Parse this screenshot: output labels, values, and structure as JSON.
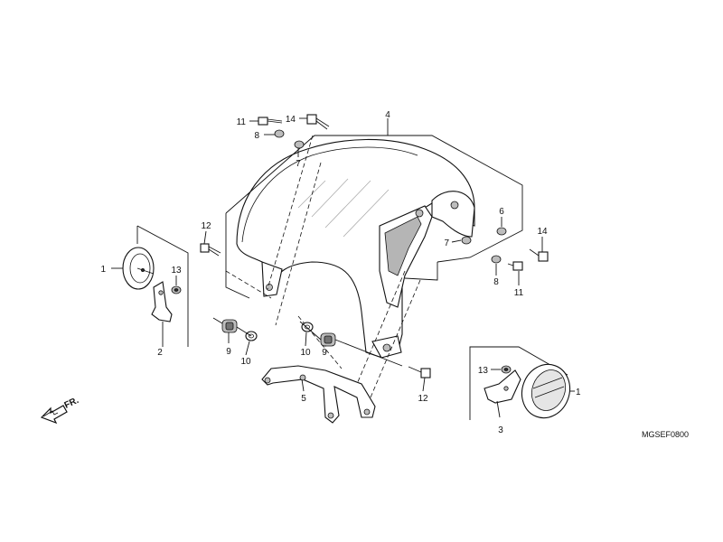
{
  "diagram": {
    "code": "MGSEF0800",
    "direction": {
      "label": "FR."
    },
    "callouts": {
      "c1_left": "1",
      "c1_right": "1",
      "c2": "2",
      "c3": "3",
      "c4": "4",
      "c5": "5",
      "c6": "6",
      "c7_top": "7",
      "c7_right": "7",
      "c8_top": "8",
      "c8_right": "8",
      "c9_left": "9",
      "c9_right": "9",
      "c10_left": "10",
      "c10_right": "10",
      "c11_top": "11",
      "c11_right": "11",
      "c12_top": "12",
      "c12_bottom": "12",
      "c13_left": "13",
      "c13_right": "13",
      "c14_top": "14",
      "c14_right": "14"
    }
  }
}
